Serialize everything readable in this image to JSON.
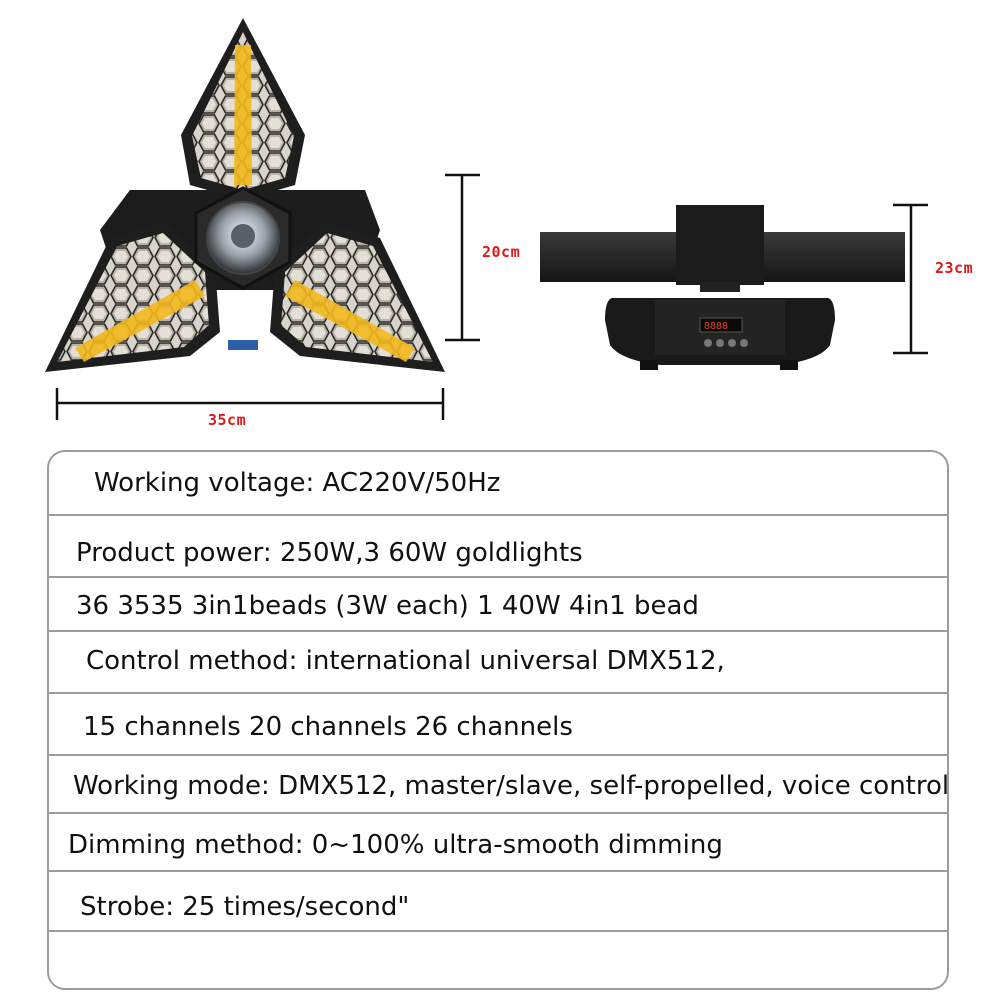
{
  "dimensions": {
    "height_a": "20cm",
    "height_b": "23cm",
    "width": "35cm"
  },
  "specs": [
    "Working voltage: AC220V/50Hz",
    "Product power: 250W,3 60W goldlights",
    "36 3535 3in1beads (3W each) 1 40W 4in1 bead",
    "Control method: international universal DMX512,",
    "15 channels 20 channels 26 channels",
    "Working mode: DMX512, master/slave, self-propelled, voice control",
    "Dimming method: 0~100% ultra-smooth dimming",
    "Strobe: 25 times/second\""
  ],
  "colors": {
    "dimension_text": "#e01818",
    "led_yellow": "#f2b81c",
    "body": "#1e1e1e"
  }
}
